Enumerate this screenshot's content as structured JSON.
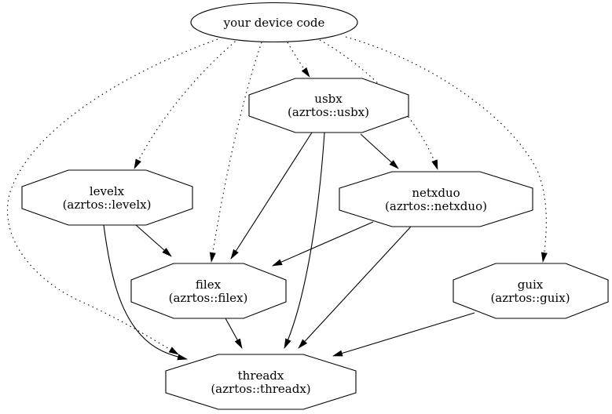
{
  "graph": {
    "colors": {
      "background": "#ffffff",
      "node_fill": "#ffffff",
      "stroke": "#000000",
      "text": "#000000"
    },
    "nodes": [
      {
        "id": "your-device-code",
        "label": "your device code",
        "sublabel": "",
        "shape": "ellipse"
      },
      {
        "id": "usbx",
        "label": "usbx",
        "sublabel": "(azrtos::usbx)",
        "shape": "octagon"
      },
      {
        "id": "levelx",
        "label": "levelx",
        "sublabel": "(azrtos::levelx)",
        "shape": "octagon"
      },
      {
        "id": "netxduo",
        "label": "netxduo",
        "sublabel": "(azrtos::netxduo)",
        "shape": "octagon"
      },
      {
        "id": "filex",
        "label": "filex",
        "sublabel": "(azrtos::filex)",
        "shape": "octagon"
      },
      {
        "id": "guix",
        "label": "guix",
        "sublabel": "(azrtos::guix)",
        "shape": "octagon"
      },
      {
        "id": "threadx",
        "label": "threadx",
        "sublabel": "(azrtos::threadx)",
        "shape": "octagon"
      }
    ],
    "edges": [
      {
        "from": "your-device-code",
        "to": "usbx",
        "style": "dotted"
      },
      {
        "from": "your-device-code",
        "to": "levelx",
        "style": "dotted"
      },
      {
        "from": "your-device-code",
        "to": "filex",
        "style": "dotted"
      },
      {
        "from": "your-device-code",
        "to": "netxduo",
        "style": "dotted"
      },
      {
        "from": "your-device-code",
        "to": "guix",
        "style": "dotted"
      },
      {
        "from": "your-device-code",
        "to": "threadx",
        "style": "dotted"
      },
      {
        "from": "usbx",
        "to": "netxduo",
        "style": "solid"
      },
      {
        "from": "usbx",
        "to": "filex",
        "style": "solid"
      },
      {
        "from": "usbx",
        "to": "threadx",
        "style": "solid"
      },
      {
        "from": "levelx",
        "to": "filex",
        "style": "solid"
      },
      {
        "from": "levelx",
        "to": "threadx",
        "style": "solid"
      },
      {
        "from": "netxduo",
        "to": "filex",
        "style": "solid"
      },
      {
        "from": "netxduo",
        "to": "threadx",
        "style": "solid"
      },
      {
        "from": "filex",
        "to": "threadx",
        "style": "solid"
      },
      {
        "from": "guix",
        "to": "threadx",
        "style": "solid"
      }
    ]
  }
}
